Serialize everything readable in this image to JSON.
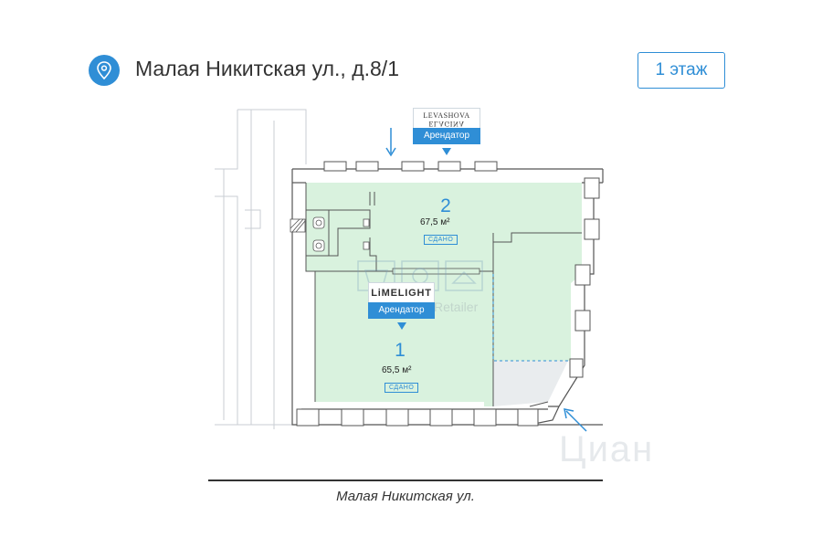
{
  "header": {
    "icon": "map-pin-icon",
    "address": "Малая Никитская ул., д.8/1",
    "floor_button": "1 этаж"
  },
  "colors": {
    "accent": "#2f8ed6",
    "rented_fill": "#d9f2de",
    "wall": "#555555"
  },
  "units": [
    {
      "number": "2",
      "area": "67,5 м²",
      "status": "СДАНО",
      "tenant_logo": "LEVASHOVA",
      "tenant_logo_mirrored": "ELAGINA",
      "tenant_tag": "Арендатор"
    },
    {
      "number": "1",
      "area": "65,5 м²",
      "status": "СДАНО",
      "tenant_logo": "LiMELIGHT",
      "tenant_tag": "Арендатор"
    }
  ],
  "watermarks": {
    "forretailer": "ForRetailer",
    "brand": "Циан"
  },
  "street": "Малая Никитская ул."
}
